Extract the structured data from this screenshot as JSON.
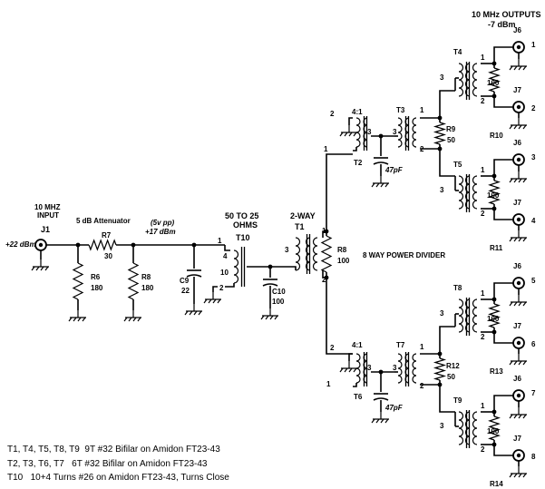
{
  "title_outputs": [
    "10 MHz OUTPUTS",
    "-7 dBm"
  ],
  "input": {
    "freq": [
      "10 MHZ",
      "INPUT"
    ],
    "level": "+22 dBm",
    "ref": "J1"
  },
  "attenuator": {
    "label": "5 dB Attenuator",
    "r7": "R7",
    "r7v": "30",
    "r6": "R6",
    "r6v": "180",
    "r8": "R8",
    "r8v": "180",
    "pp": "(5v pp)",
    "pp_dbm": "+17 dBm"
  },
  "t10": {
    "title": [
      "50 TO 25",
      "OHMS"
    ],
    "ref": "T10",
    "pin1": "1",
    "pin4": "4",
    "pin10": "10",
    "pin2": "2"
  },
  "c9": {
    "ref": "C9",
    "val": "22"
  },
  "c10": {
    "ref": "C10",
    "val": "100"
  },
  "t1": {
    "title": "2-WAY",
    "ref": "T1",
    "pin1": "1",
    "pin2": "2",
    "pin3": "3",
    "r": "R8",
    "rv": "100"
  },
  "divider_label": "8 WAY POWER DIVIDER",
  "upper": {
    "t2": "T2",
    "t3": "T3",
    "ratio": "4:1",
    "cap": "47pF",
    "r": "R9",
    "rv": "50",
    "pins": {
      "p1": "1",
      "p2": "2",
      "p3": "3",
      "p4": "1",
      "p5": "1",
      "p6": "2"
    }
  },
  "lower": {
    "t2": "T6",
    "t3": "T7",
    "ratio": "4:1",
    "cap": "47pF",
    "r": "R12",
    "rv": "50",
    "pins": {
      "p1": "1",
      "p2": "2",
      "p3": "3",
      "p4": "1",
      "p5": "1",
      "p6": "2"
    }
  },
  "outputs": [
    {
      "t": "T4",
      "r": "R10",
      "rv": "100",
      "ja": "J6",
      "na": "1",
      "jb": "J7",
      "nb": "2"
    },
    {
      "t": "T5",
      "r": "R11",
      "rv": "100",
      "ja": "J6",
      "na": "3",
      "jb": "J7",
      "nb": "4"
    },
    {
      "t": "T8",
      "r": "R13",
      "rv": "100",
      "ja": "J6",
      "na": "5",
      "jb": "J7",
      "nb": "6"
    },
    {
      "t": "T9",
      "r": "R14",
      "rv": "100",
      "ja": "J6",
      "na": "7",
      "jb": "J7",
      "nb": "8"
    }
  ],
  "pin_labels": {
    "a": "3",
    "b": "1",
    "c": "2"
  },
  "notes": [
    "T1, T4, T5, T8, T9  9T #32 Bifilar on Amidon FT23-43",
    "T2, T3, T6, T7   6T #32 Bifilar on Amidon FT23-43",
    "T10   10+4 Turns #26 on Amidon FT23-43, Turns Close"
  ]
}
